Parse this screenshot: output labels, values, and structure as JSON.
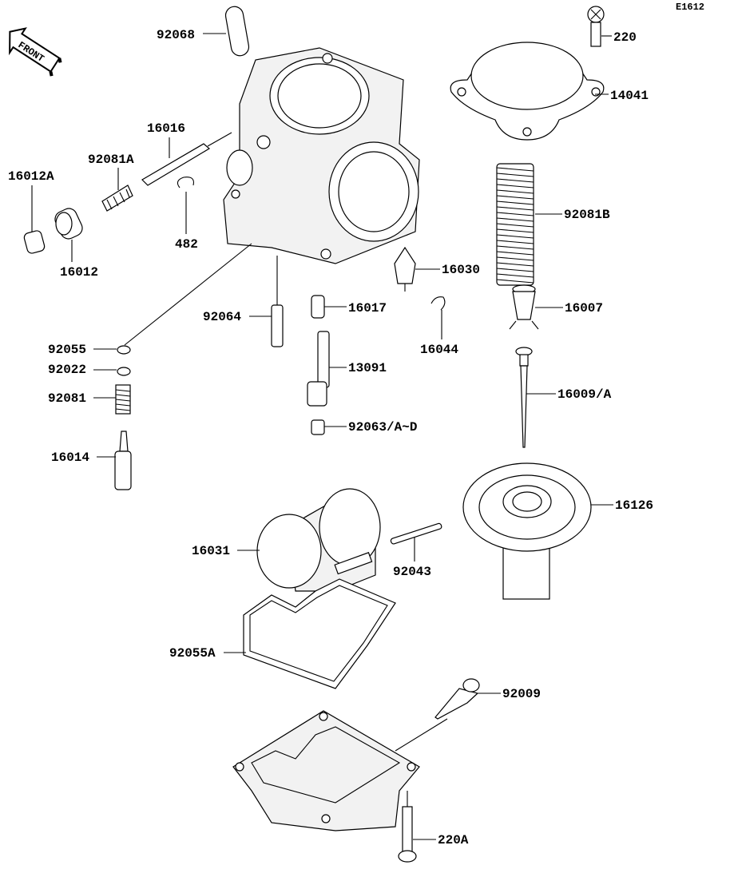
{
  "diagram_code": "E1612",
  "front_logo": "FRONT",
  "parts": [
    {
      "id": "p92068",
      "label": "92068"
    },
    {
      "id": "p220",
      "label": "220"
    },
    {
      "id": "p14041",
      "label": "14041"
    },
    {
      "id": "p16016",
      "label": "16016"
    },
    {
      "id": "p92081A",
      "label": "92081A"
    },
    {
      "id": "p16012A",
      "label": "16012A"
    },
    {
      "id": "p16012",
      "label": "16012"
    },
    {
      "id": "p482",
      "label": "482"
    },
    {
      "id": "p92081B",
      "label": "92081B"
    },
    {
      "id": "p16030",
      "label": "16030"
    },
    {
      "id": "p16007",
      "label": "16007"
    },
    {
      "id": "p16017",
      "label": "16017"
    },
    {
      "id": "p92064",
      "label": "92064"
    },
    {
      "id": "p16044",
      "label": "16044"
    },
    {
      "id": "p92055",
      "label": "92055"
    },
    {
      "id": "p92022",
      "label": "92022"
    },
    {
      "id": "p13091",
      "label": "13091"
    },
    {
      "id": "p92081",
      "label": "92081"
    },
    {
      "id": "p16009A",
      "label": "16009/A"
    },
    {
      "id": "p92063",
      "label": "92063/A~D"
    },
    {
      "id": "p16014",
      "label": "16014"
    },
    {
      "id": "p16126",
      "label": "16126"
    },
    {
      "id": "p16031",
      "label": "16031"
    },
    {
      "id": "p92043",
      "label": "92043"
    },
    {
      "id": "p92055A",
      "label": "92055A"
    },
    {
      "id": "p92009",
      "label": "92009"
    },
    {
      "id": "p220A",
      "label": "220A"
    }
  ]
}
